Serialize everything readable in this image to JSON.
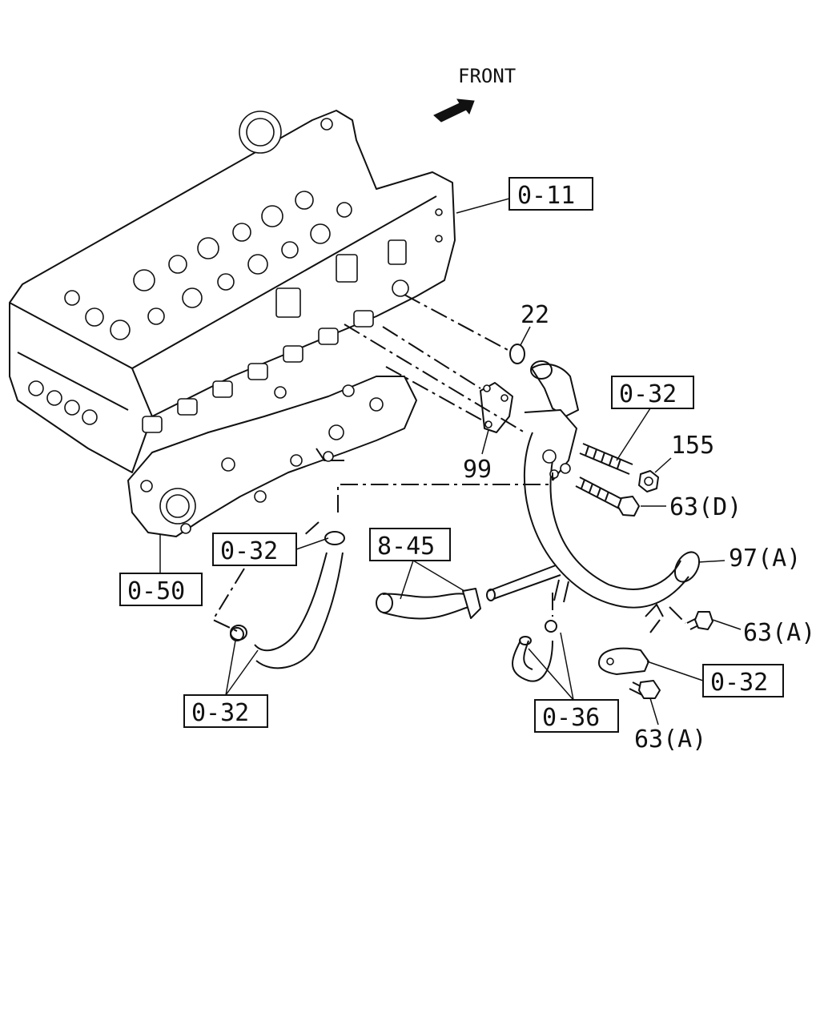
{
  "diagram": {
    "direction_label": "FRONT",
    "reference_boxes": {
      "cylinder_head": "0-11",
      "exhaust_manifold": "0-50",
      "clip_left": "0-32",
      "clip_bottom_left": "0-32",
      "hose_group": "8-45",
      "stud_group": "0-32",
      "bracket_group": "0-32",
      "lower_hose_group": "0-36"
    },
    "part_numbers": {
      "o_ring": "22",
      "gasket": "99",
      "nut": "155",
      "bolt_d": "63(D)",
      "pipe": "97(A)",
      "bolt_a_right": "63(A)",
      "bolt_a_bottom": "63(A)"
    }
  }
}
